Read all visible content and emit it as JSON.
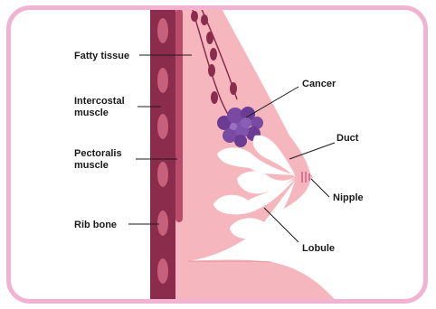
{
  "labels": {
    "fatty_tissue": "Fatty tissue",
    "intercostal_line1": "Intercostal",
    "intercostal_line2": "muscle",
    "pectoralis_line1": "Pectoralis",
    "pectoralis_line2": "muscle",
    "rib_bone": "Rib bone",
    "cancer": "Cancer",
    "duct": "Duct",
    "nipple": "Nipple",
    "lobule": "Lobule"
  },
  "colors": {
    "frame": "#f2b3d2",
    "rib_wall": "#8b2c4d",
    "rib_bone": "#c7607a",
    "tissue": "#f5b7bd",
    "lymph": "#8b2c4d",
    "tumor": "#6a3c93",
    "lobule": "#ffffff"
  }
}
